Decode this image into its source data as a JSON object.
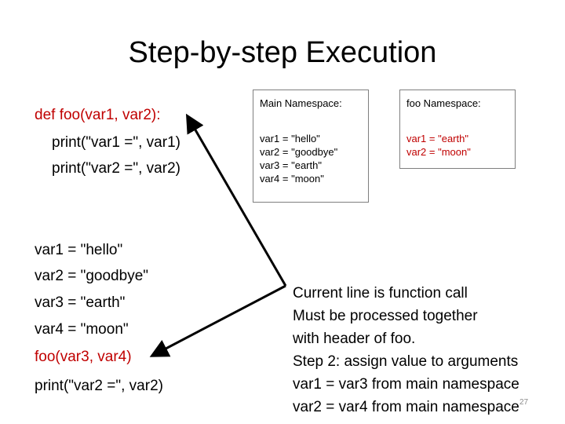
{
  "title": "Step-by-step Execution",
  "code": {
    "def_line": "def foo(var1, var2):",
    "print_line_1": "print(\"var1 =\", var1)",
    "print_line_2": "print(\"var2 =\", var2)",
    "assign_1": "var1 = \"hello\"",
    "assign_2": "var2 = \"goodbye\"",
    "assign_3": "var3 = \"earth\"",
    "assign_4": "var4 = \"moon\"",
    "call_line": "foo(var3, var4)",
    "print_line_3": "print(\"var2 =\", var2)"
  },
  "main_namespace": {
    "title": "Main Namespace:",
    "lines": [
      "var1 = \"hello\"",
      "var2 = \"goodbye\"",
      "var3 = \"earth\"",
      "var4 = \"moon\""
    ]
  },
  "foo_namespace": {
    "title": "foo Namespace:",
    "lines": [
      "var1 = \"earth\"",
      "var2 = \"moon\""
    ]
  },
  "note": {
    "lines": [
      "Current line is function call",
      "Must be processed together",
      "with header of foo.",
      "Step 2: assign value to arguments",
      "var1 = var3 from main namespace",
      "var2 = var4 from main namespace"
    ]
  },
  "page_number": "27",
  "colors": {
    "highlight": "#c00000",
    "namespace_value": "#c00000",
    "box_border": "#7f7f7f"
  }
}
